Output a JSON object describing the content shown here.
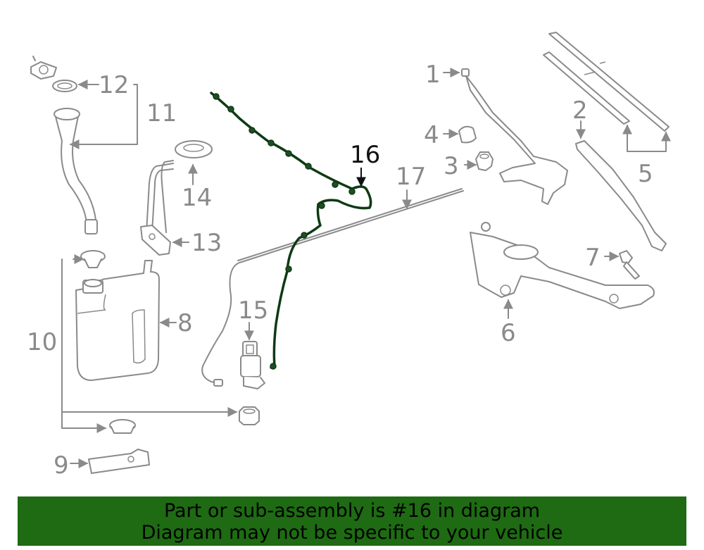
{
  "diagram": {
    "highlighted_part": "16",
    "callouts": [
      "1",
      "2",
      "3",
      "4",
      "5",
      "6",
      "7",
      "8",
      "9",
      "10",
      "11",
      "12",
      "13",
      "14",
      "15",
      "16",
      "17"
    ]
  },
  "banner": {
    "line1": "Part or sub-assembly is #16 in diagram",
    "line2": "Diagram may not be specific to your vehicle",
    "color": "#1e6b13"
  }
}
